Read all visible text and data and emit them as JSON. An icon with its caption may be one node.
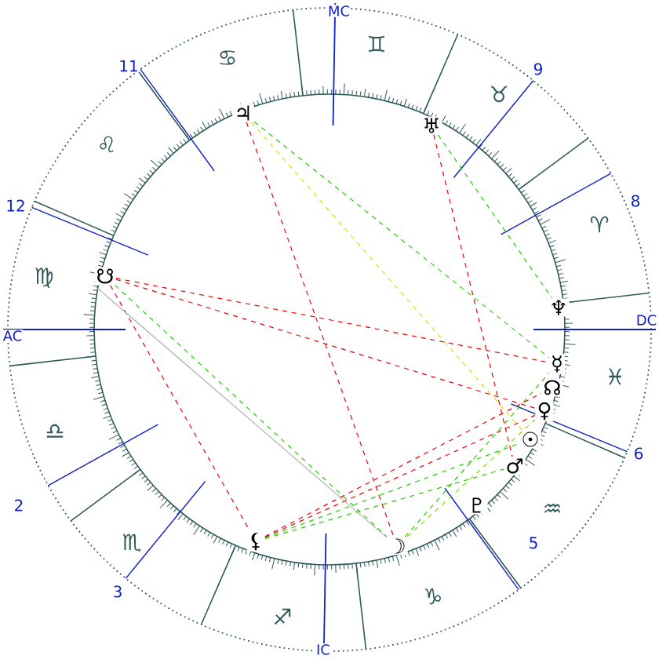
{
  "diagram": {
    "nodes": [
      {
        "text": [
          "♃"
        ]
      },
      {
        "text": [
          "♅"
        ]
      },
      {
        "text": [
          "☋"
        ]
      },
      {
        "text": [
          "♆"
        ]
      },
      {
        "text": [
          "☿"
        ]
      },
      {
        "text": [
          "☊"
        ]
      },
      {
        "text": [
          "♀"
        ]
      },
      {
        "text": [
          "☉"
        ]
      },
      {
        "text": [
          "♂"
        ]
      },
      {
        "text": [
          "♇"
        ]
      },
      {
        "text": [
          "⚸"
        ]
      },
      {
        "text": [
          "☽"
        ]
      }
    ],
    "edges": [
      {
        "from": 0,
        "to": 11,
        "arrow": "none",
        "style": "dashed"
      },
      {
        "from": 0,
        "to": 4,
        "arrow": "none",
        "style": "dashed",
        "color": "#22cc00"
      },
      {
        "from": 0,
        "to": 7,
        "arrow": "none",
        "style": "dashed",
        "color": "#e8d800"
      },
      {
        "from": 1,
        "to": 8,
        "arrow": "none",
        "style": "dashed"
      },
      {
        "from": 1,
        "to": 3,
        "arrow": "none",
        "style": "dashed",
        "color": "#22cc00"
      },
      {
        "from": 2,
        "to": 4,
        "arrow": "none",
        "style": "dashed"
      },
      {
        "from": 2,
        "to": 6,
        "arrow": "none",
        "style": "dashed"
      },
      {
        "from": 2,
        "to": 10,
        "arrow": "none",
        "style": "dashed"
      },
      {
        "from": 2,
        "to": 11,
        "arrow": "none",
        "style": "dashed",
        "color": "#22cc00"
      },
      {
        "from": 2,
        "to": 11,
        "arrow": "none",
        "color": "#b0b0b0"
      },
      {
        "from": 10,
        "to": 5,
        "arrow": "none",
        "style": "dashed"
      },
      {
        "from": 10,
        "to": 6,
        "arrow": "none",
        "style": "dashed"
      },
      {
        "from": 10,
        "to": 7,
        "arrow": "none",
        "style": "dashed",
        "color": "#22cc00"
      },
      {
        "from": 10,
        "to": 8,
        "arrow": "none",
        "style": "dashed",
        "color": "#22cc00"
      },
      {
        "from": 11,
        "to": 6,
        "arrow": "none",
        "style": "dashed",
        "color": "#88dd00"
      },
      {
        "from": 11,
        "to": 4,
        "arrow": "none",
        "style": "dashed",
        "color": "#22cc00"
      }
    ],
    "labels": [
      "MC",
      "♊",
      "♋",
      "11",
      "9",
      "♉",
      "♌",
      "12",
      "8",
      "♈",
      "♍",
      "AC",
      "DC",
      "♓",
      "♎",
      "2",
      "6",
      "♒",
      "♏",
      "3",
      "5",
      "♐",
      "♑",
      "IC"
    ]
  }
}
